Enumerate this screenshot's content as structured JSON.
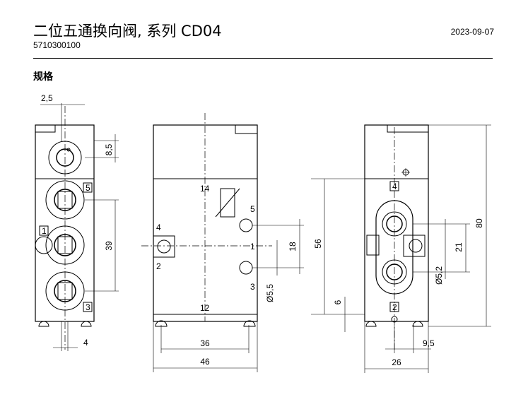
{
  "header": {
    "title": "二位五通换向阀, 系列 CD04",
    "part_number": "5710300100",
    "date": "2023-09-07"
  },
  "section_title": "规格",
  "front_view": {
    "dims": {
      "offset": "2,5",
      "top": "8,5",
      "pitch": "39",
      "bottom": "4"
    },
    "ports": {
      "p5": "5",
      "p1": "1",
      "p3": "3"
    }
  },
  "middle_view": {
    "labels": {
      "top": "14",
      "bottom": "12",
      "left_top": "4",
      "left_bottom": "2",
      "right5": "5",
      "right1": "1",
      "right3": "3"
    },
    "dims": {
      "height18": "18",
      "dia": "Ø5,5",
      "width36": "36",
      "width46": "46"
    }
  },
  "side_view": {
    "labels": {
      "p4": "4",
      "p2": "2"
    },
    "dims": {
      "h56": "56",
      "h6": "6",
      "h80": "80",
      "h21": "21",
      "dia": "Ø5,2",
      "w95": "9,5",
      "w26": "26"
    }
  }
}
